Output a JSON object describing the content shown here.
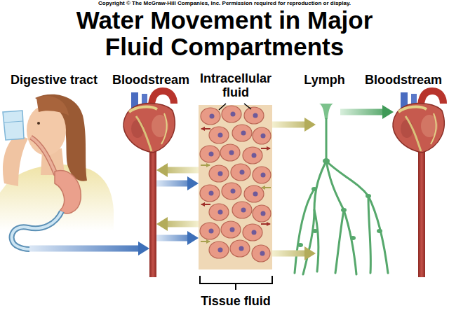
{
  "diagram": {
    "title": "Water Movement in Major Fluid Compartments",
    "nodes": [
      {
        "text": [
          "Digestive tract"
        ]
      },
      {
        "text": [
          "Bloodstream"
        ]
      },
      {
        "text": [
          "Intracellular fluid",
          "Tissue fluid"
        ]
      },
      {
        "text": [
          "Lymph"
        ]
      },
      {
        "text": [
          "Bloodstream"
        ]
      }
    ],
    "edges": [
      {
        "from": 0,
        "to": 1,
        "arrow": "to"
      },
      {
        "from": 1,
        "to": 2,
        "arrow": "to"
      },
      {
        "from": 1,
        "to": 2,
        "arrow": "to"
      },
      {
        "from": 2,
        "to": 1,
        "arrow": "to"
      },
      {
        "from": 2,
        "to": 1,
        "arrow": "to"
      },
      {
        "from": 2,
        "to": 3,
        "arrow": "to"
      },
      {
        "from": 2,
        "to": 3,
        "arrow": "to"
      },
      {
        "from": 3,
        "to": 4,
        "arrow": "to"
      }
    ],
    "labels": [
      "Copyright © The McGraw-Hill Companies, Inc. Permission required for reproduction or display."
    ]
  }
}
